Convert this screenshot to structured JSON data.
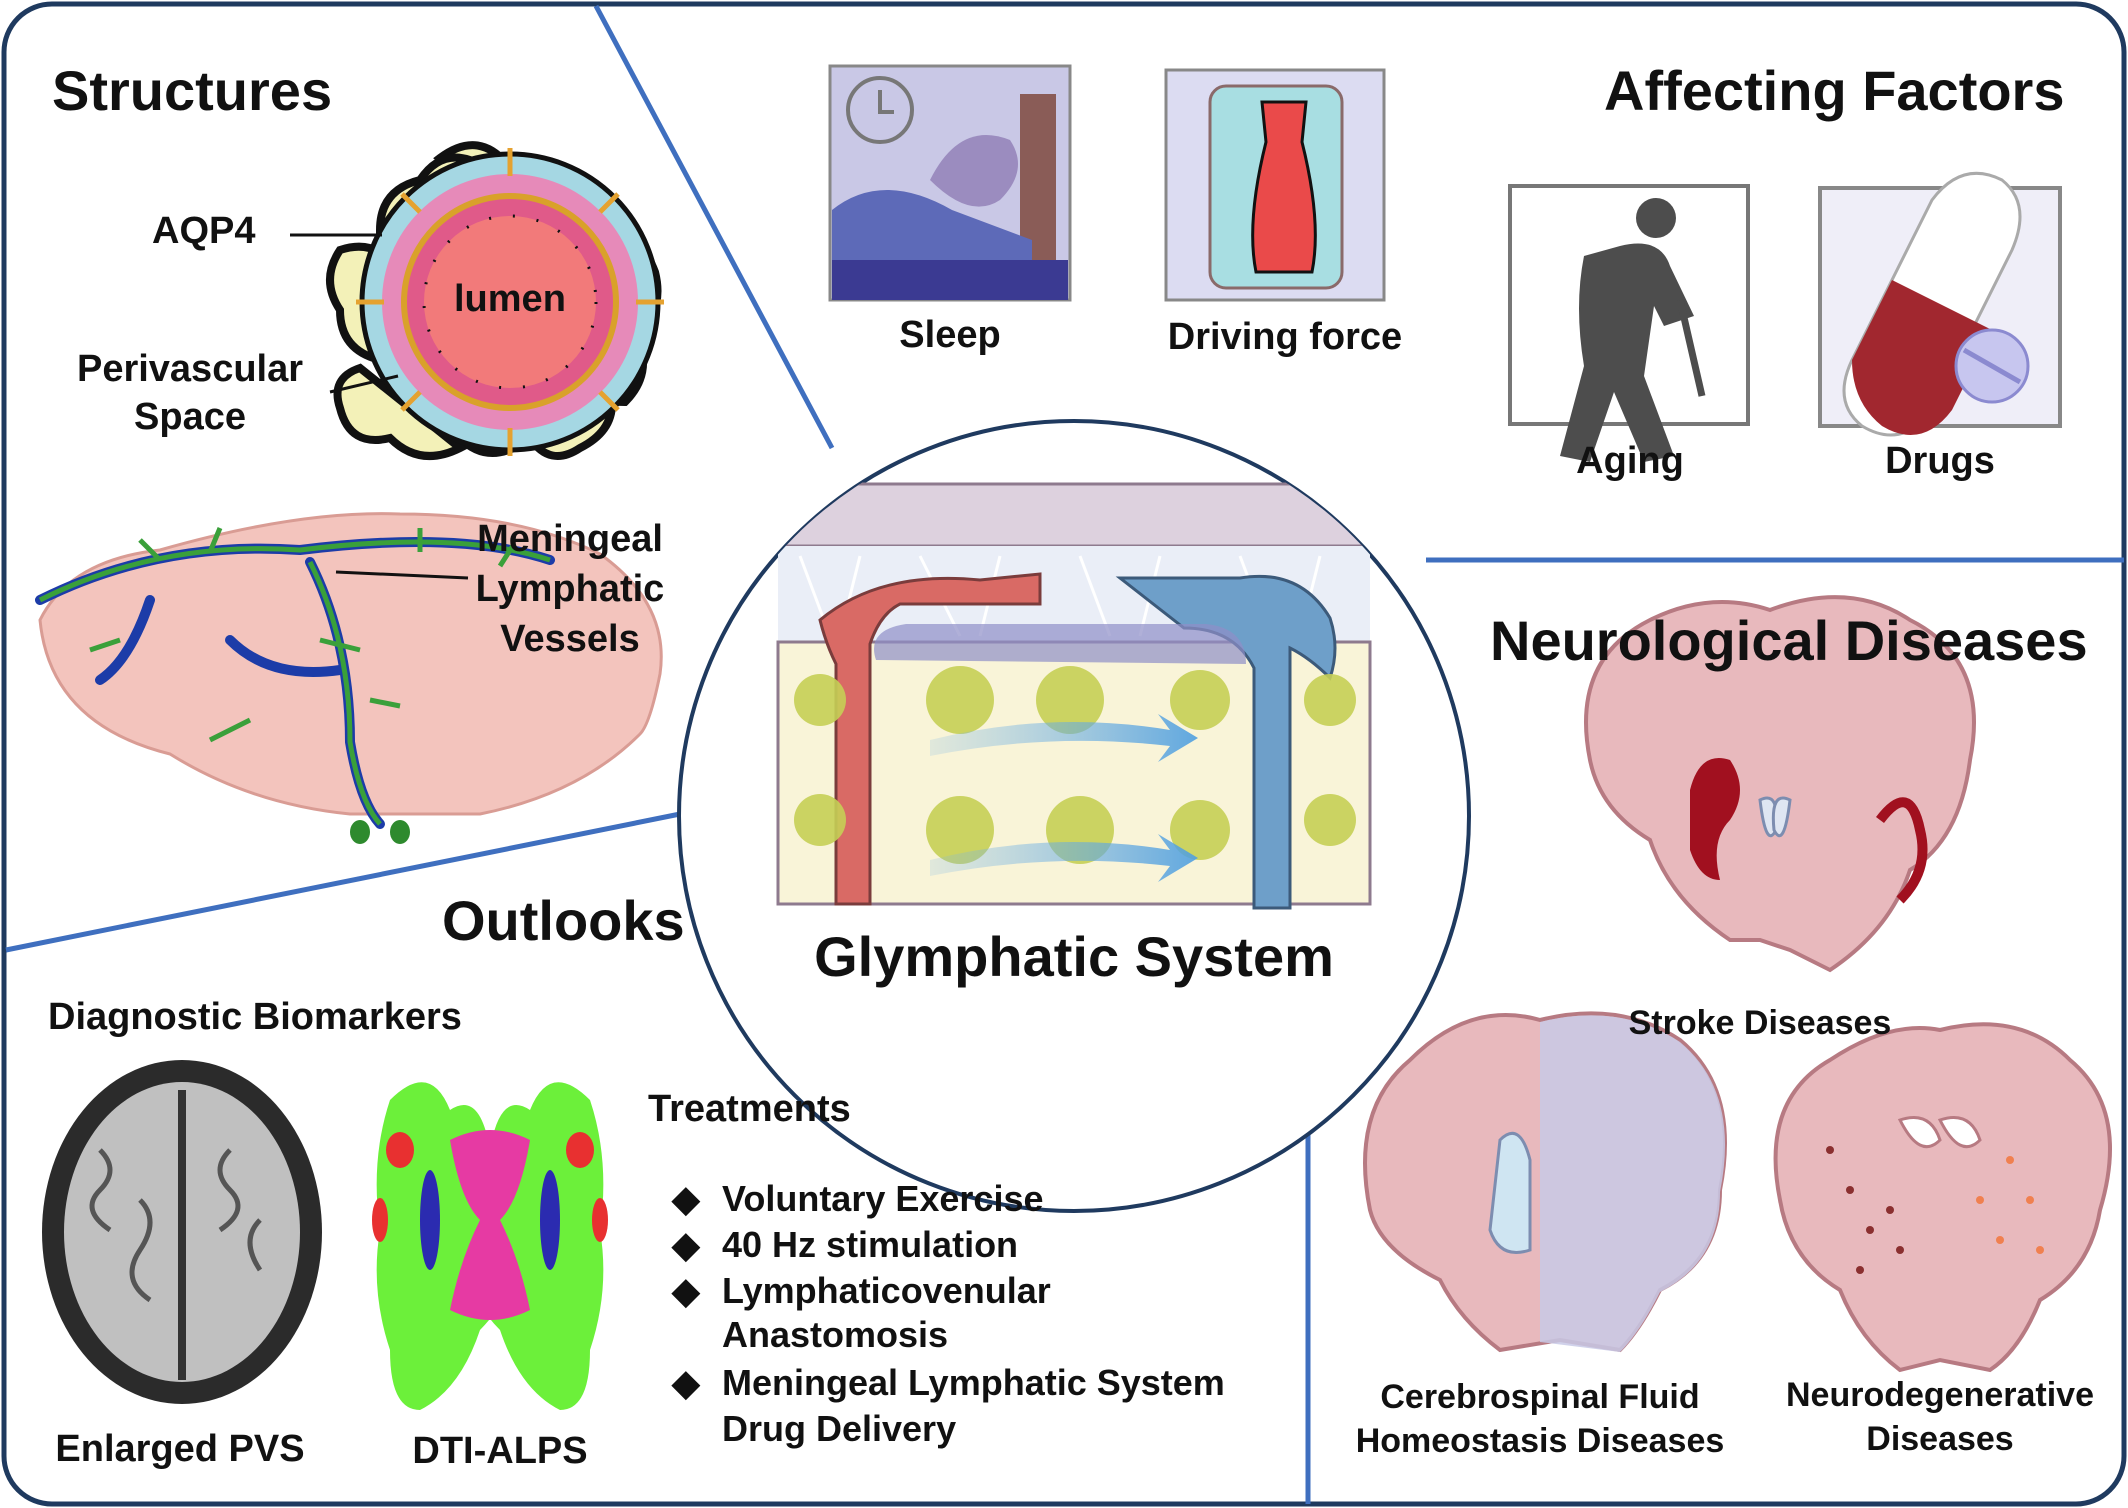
{
  "sections": {
    "structures": {
      "title": "Structures",
      "labels": {
        "aqp4": "AQP4",
        "lumen": "lumen",
        "perivascular_1": "Perivascular",
        "perivascular_2": "Space",
        "meningeal_1": "Meningeal",
        "meningeal_2": "Lymphatic",
        "meningeal_3": "Vessels"
      }
    },
    "affecting_factors": {
      "title": "Affecting Factors",
      "items": [
        "Sleep",
        "Driving force",
        "Aging",
        "Drugs"
      ]
    },
    "center": {
      "title": "Glymphatic System"
    },
    "neurological_diseases": {
      "title": "Neurological Diseases",
      "stroke": "Stroke Diseases",
      "csf_1": "Cerebrospinal Fluid",
      "csf_2": "Homeostasis Diseases",
      "neuro_1": "Neurodegenerative",
      "neuro_2": "Diseases"
    },
    "outlooks": {
      "title": "Outlooks",
      "diagnostic_title": "Diagnostic Biomarkers",
      "enlarged_pvs": "Enlarged PVS",
      "dti_alps": "DTI-ALPS",
      "treatments_title": "Treatments",
      "treatments": {
        "t1": "Voluntary Exercise",
        "t2": "40 Hz stimulation",
        "t3a": "Lymphaticovenular",
        "t3b": "Anastomosis",
        "t4a": "Meningeal Lymphatic System",
        "t4b": "Drug Delivery"
      }
    }
  },
  "colors": {
    "border": "#1f3a5f",
    "divider": "#3f6fbf",
    "brain": "#e8b9bd",
    "vessel_red": "#e7544f",
    "vessel_blue": "#6a9ec9",
    "lymph_green": "#3e9a3a",
    "astro_yellow": "#c5cf55"
  }
}
